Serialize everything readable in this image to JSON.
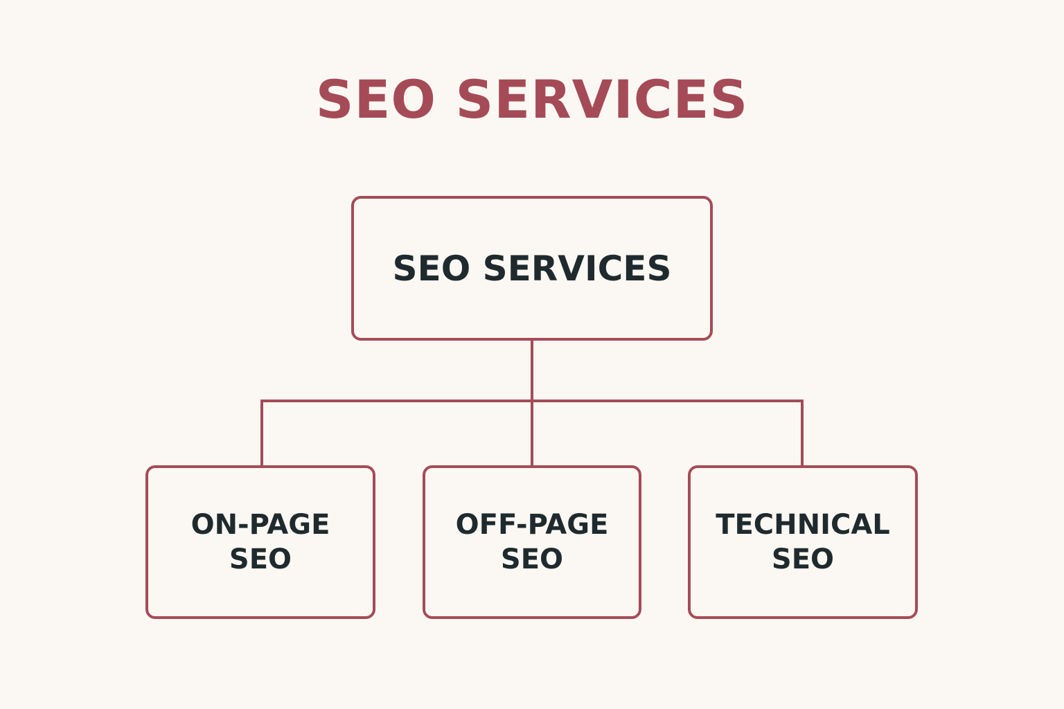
{
  "title": "SEO SERVICES",
  "colors": {
    "background": "#FBF8F3",
    "accent": "#A54B57",
    "text": "#1F2A2E"
  },
  "diagram": {
    "root": {
      "label": "SEO SERVICES"
    },
    "children": [
      {
        "line1": "ON-PAGE",
        "line2": "SEO"
      },
      {
        "line1": "OFF-PAGE",
        "line2": "SEO"
      },
      {
        "line1": "TECHNICAL",
        "line2": "SEO"
      }
    ]
  }
}
